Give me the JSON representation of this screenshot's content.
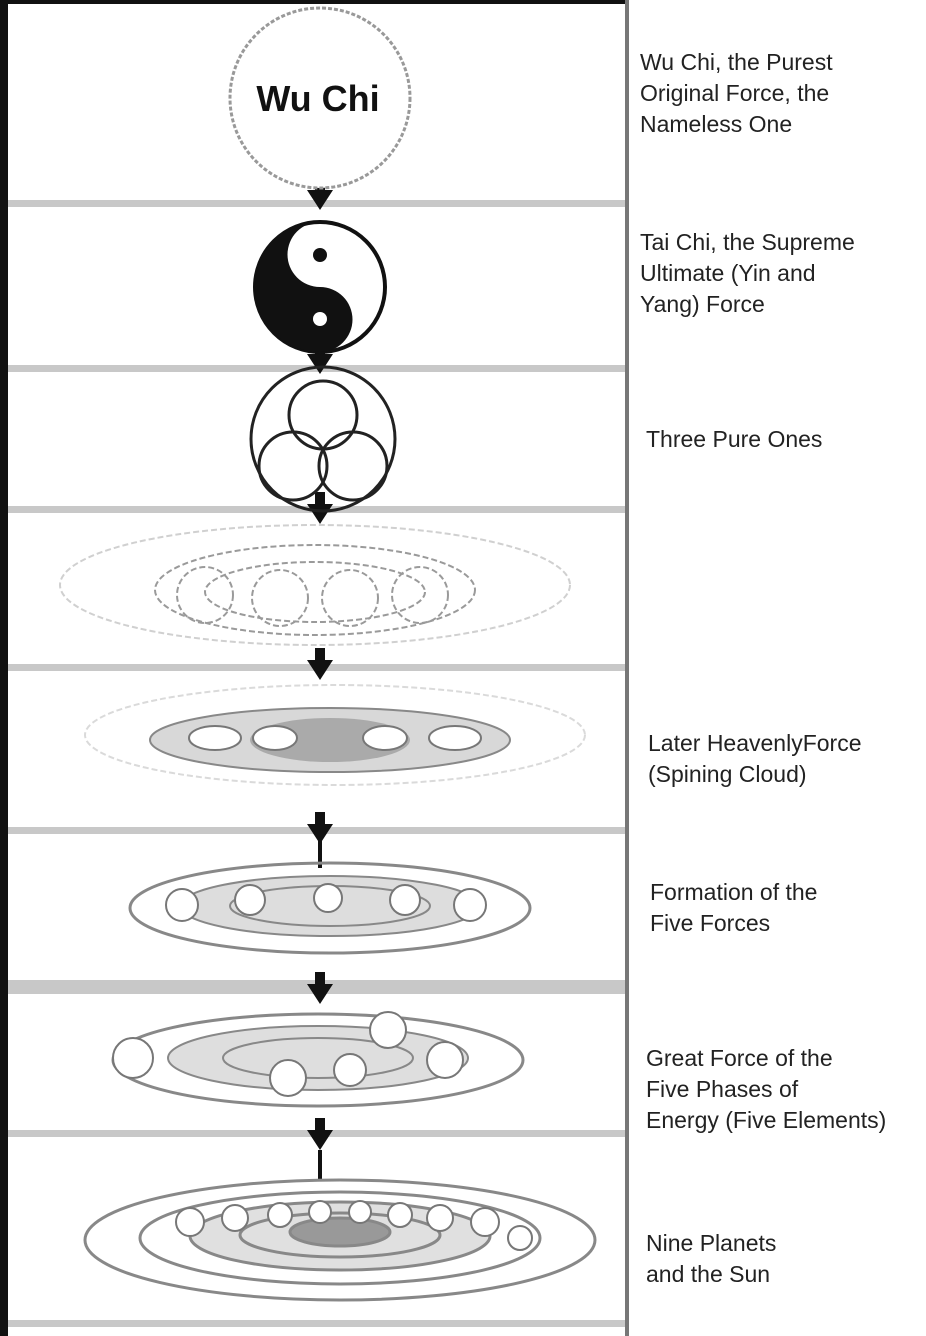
{
  "title_node": {
    "label": "Wu Chi"
  },
  "stages": [
    {
      "id": "wu-chi",
      "lines": [
        "Wu Chi, the Purest",
        "Original Force, the",
        "Nameless One"
      ]
    },
    {
      "id": "tai-chi",
      "lines": [
        "Tai Chi, the Supreme",
        "Ultimate (Yin and",
        "Yang) Force"
      ]
    },
    {
      "id": "three-pure-ones",
      "lines": [
        "Three Pure Ones"
      ]
    },
    {
      "id": "swirl",
      "lines": []
    },
    {
      "id": "later-heavenly",
      "lines": [
        "Later HeavenlyForce",
        "(Spining Cloud)"
      ]
    },
    {
      "id": "five-forces",
      "lines": [
        "Formation of the",
        "Five Forces"
      ]
    },
    {
      "id": "five-phases",
      "lines": [
        "Great Force of the",
        "Five Phases of",
        "Energy (Five Elements)"
      ]
    },
    {
      "id": "nine-planets",
      "lines": [
        "Nine Planets",
        "and the Sun"
      ]
    }
  ],
  "colors": {
    "line": "#222222",
    "band": "#c8c8c8",
    "ring": "#8a8a8a"
  }
}
